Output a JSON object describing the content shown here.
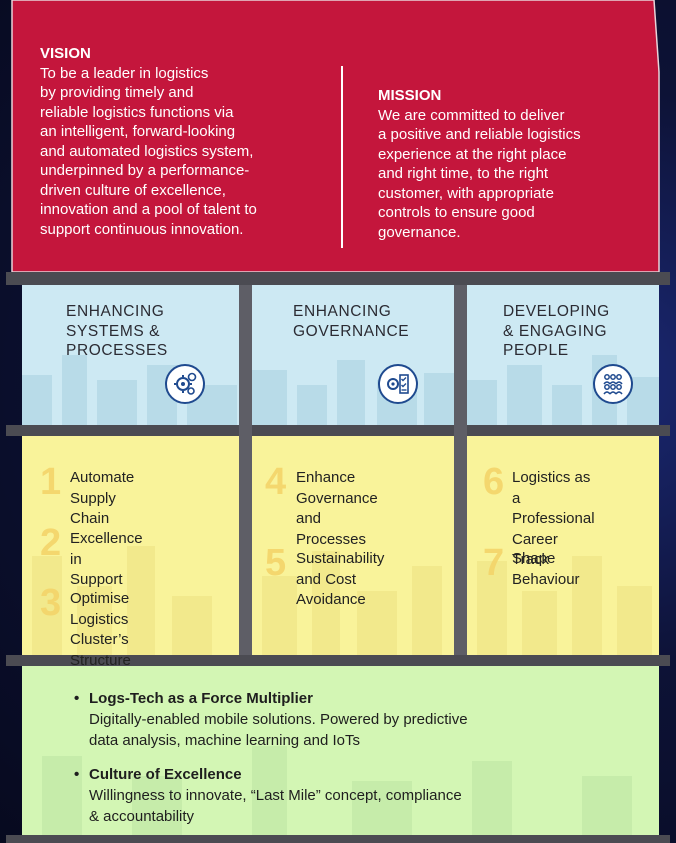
{
  "vision": {
    "heading": "VISION",
    "text": "To be a leader in logistics\nby providing timely and\nreliable logistics functions via\nan intelligent, forward-looking\nand automated logistics system,\nunderpinned by a performance-\ndriven culture of excellence,\ninnovation and a pool of talent to\nsupport continuous innovation."
  },
  "mission": {
    "heading": "MISSION",
    "text": "We are committed to deliver\na positive and reliable logistics\nexperience at the right place\nand right time, to the right\ncustomer, with appropriate\ncontrols to ensure good\ngovernance."
  },
  "pillars": [
    {
      "title": "ENHANCING\nSYSTEMS &\nPROCESSES",
      "icon": "gears-icon"
    },
    {
      "title": "ENHANCING\nGOVERNANCE",
      "icon": "checklist-gear-icon"
    },
    {
      "title": "DEVELOPING\n& ENGAGING\nPEOPLE",
      "icon": "people-group-icon"
    }
  ],
  "objectives": [
    {
      "num": "1",
      "text": "Automate\nSupply Chain"
    },
    {
      "num": "2",
      "text": "Excellence in\nSupport"
    },
    {
      "num": "3",
      "text": "Optimise Logistics\nCluster’s Structure"
    },
    {
      "num": "4",
      "text": "Enhance\nGovernance\nand Processes"
    },
    {
      "num": "5",
      "text": "Sustainability\nand Cost\nAvoidance"
    },
    {
      "num": "6",
      "text": "Logistics as a\nProfessional\nCareer Track"
    },
    {
      "num": "7",
      "text": "Shape\nBehaviour"
    }
  ],
  "foundation": [
    {
      "head": "Logs-Tech as a Force Multiplier",
      "desc": "Digitally-enabled mobile solutions. Powered by predictive\ndata analysis, machine learning and IoTs"
    },
    {
      "head": "Culture of Excellence",
      "desc": "Willingness to innovate, “Last Mile” concept, compliance\n& accountability"
    }
  ],
  "colors": {
    "roof": "#c4163c",
    "blue_row": "#cde9f3",
    "yellow_row": "#f9f39a",
    "green_row": "#d3f6b4",
    "beam": "#4b4b52",
    "number": "#f4d46a",
    "icon": "#1f4a8f"
  }
}
